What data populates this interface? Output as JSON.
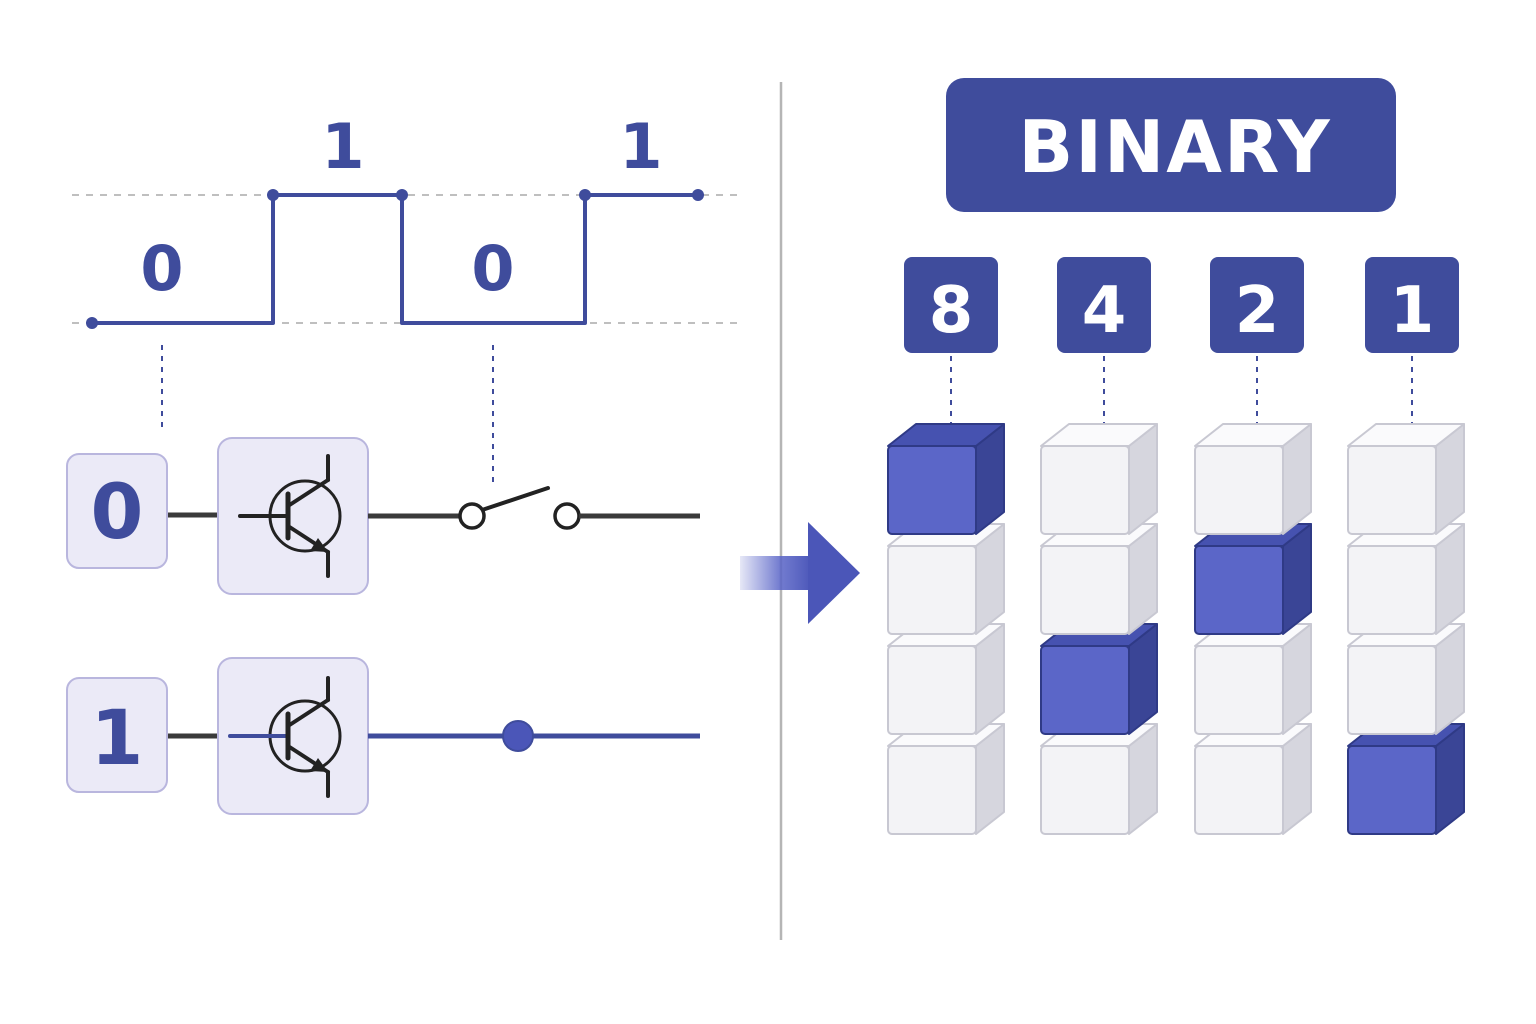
{
  "colors": {
    "accent": "#3f4c9c",
    "accent_light": "#5b66c8",
    "panel_fill": "#ebeaf7",
    "panel_stroke": "#b9b6de",
    "cube_face": "#f3f3f6",
    "cube_top": "#fafafc",
    "cube_side": "#d6d6de",
    "wire": "#3a3a3a",
    "divider": "#b5b5b5"
  },
  "signal": {
    "bit_labels": [
      "0",
      "1",
      "0",
      "1"
    ]
  },
  "circuit": {
    "rows": [
      {
        "label": "0",
        "state": "off",
        "component": "transistor-switch-open"
      },
      {
        "label": "1",
        "state": "on",
        "component": "transistor-closed"
      }
    ]
  },
  "binary": {
    "title": "BINARY",
    "columns": [
      {
        "weight": "8",
        "active_index": 0
      },
      {
        "weight": "4",
        "active_index": 2
      },
      {
        "weight": "2",
        "active_index": 1
      },
      {
        "weight": "1",
        "active_index": 3
      }
    ],
    "cubes_per_column": 4
  },
  "icons": [
    "transistor-icon",
    "switch-icon",
    "arrow-right-icon"
  ]
}
